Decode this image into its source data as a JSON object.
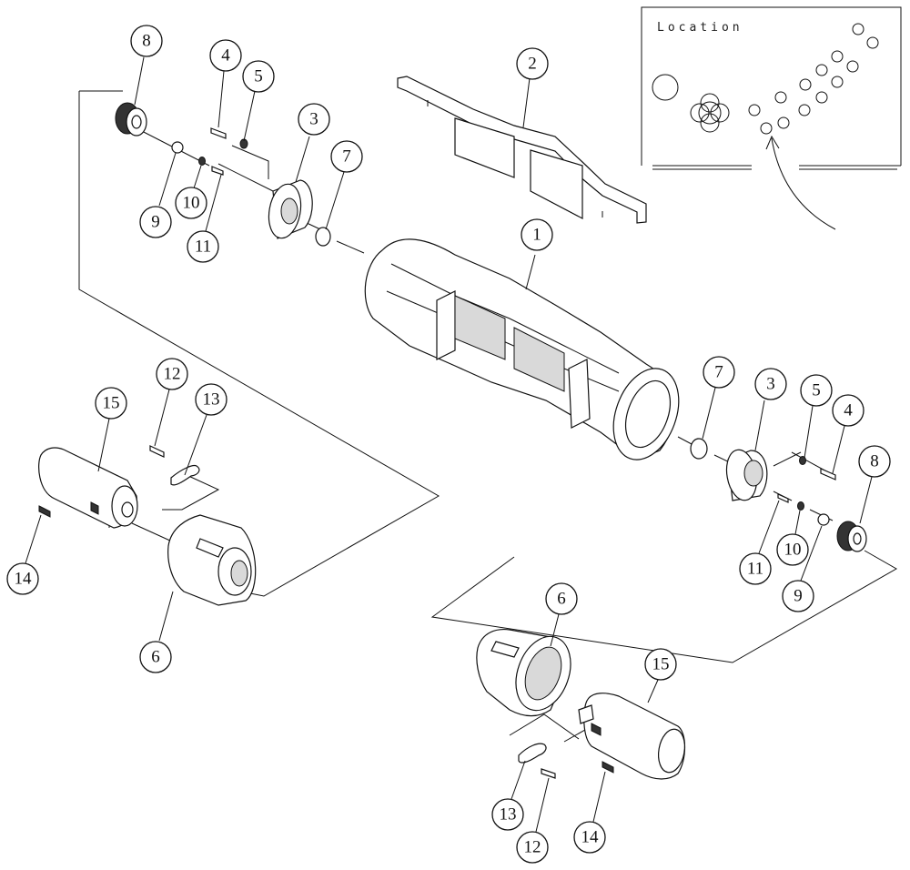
{
  "inset": {
    "title": "Location"
  },
  "callouts": {
    "c1": "1",
    "c2": "2",
    "c3a": "3",
    "c3b": "3",
    "c4a": "4",
    "c4b": "4",
    "c5a": "5",
    "c5b": "5",
    "c6a": "6",
    "c6b": "6",
    "c7a": "7",
    "c7b": "7",
    "c8a": "8",
    "c8b": "8",
    "c9a": "9",
    "c9b": "9",
    "c10a": "10",
    "c10b": "10",
    "c11a": "11",
    "c11b": "11",
    "c12a": "12",
    "c12b": "12",
    "c13a": "13",
    "c13b": "13",
    "c14a": "14",
    "c14b": "14",
    "c15a": "15",
    "c15b": "15"
  }
}
